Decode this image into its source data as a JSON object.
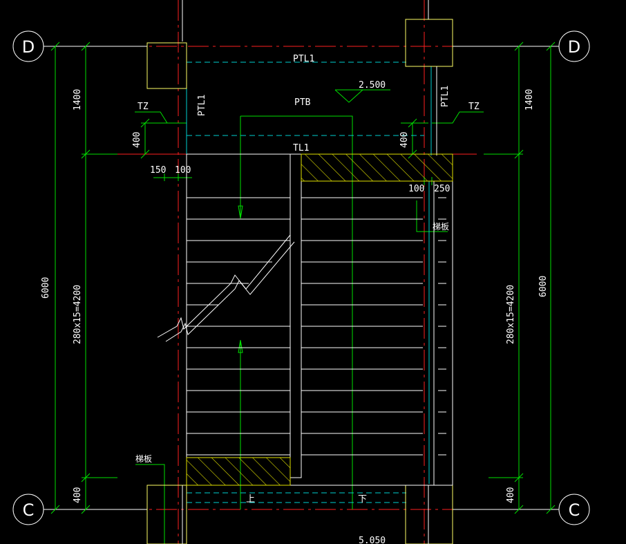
{
  "grid_labels": {
    "top": "D",
    "bottom": "C"
  },
  "dimensions": {
    "left_total": "6000",
    "right_total": "6000",
    "left_top": "1400",
    "right_top": "1400",
    "left_mid": "280x15=4200",
    "right_mid": "280x15=4200",
    "left_bottom": "400",
    "right_bottom": "400",
    "left_tz_offset": "400",
    "right_tz_offset": "400",
    "offset_150": "150",
    "offset_100_left": "100",
    "offset_100_right": "100",
    "offset_250": "250"
  },
  "labels": {
    "ptl1_top": "PTL1",
    "ptl1_left": "PTL1",
    "ptl1_right": "PTL1",
    "ptb": "PTB",
    "tl1": "TL1",
    "tz_left": "TZ",
    "tz_right": "TZ",
    "landing_level": "2.500",
    "bottom_level": "5.050",
    "slab_right": "梯板",
    "slab_left": "梯板",
    "up": "上",
    "down": "下"
  },
  "colors": {
    "background": "#000000",
    "wall": "#ffffff",
    "dimension": "#00e000",
    "axis": "#ff2020",
    "dashed": "#00d0d0",
    "column": "#ffff66",
    "hatch": "#e0e000"
  }
}
